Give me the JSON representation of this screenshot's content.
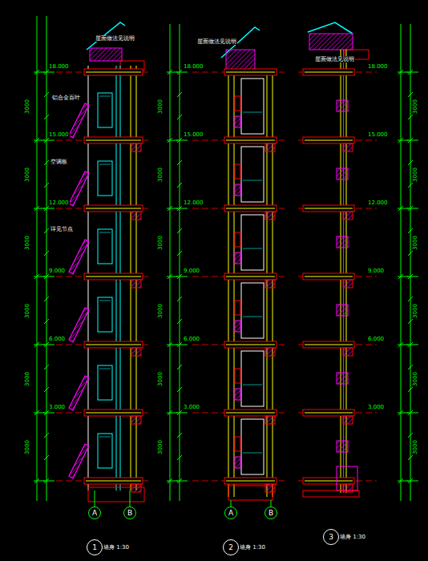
{
  "diagram": {
    "nodes": [
      {
        "text": [
          "A"
        ]
      },
      {
        "text": [
          "B"
        ]
      },
      {
        "text": [
          "1"
        ]
      },
      {
        "text": [
          "A"
        ]
      },
      {
        "text": [
          "B"
        ]
      },
      {
        "text": [
          "2"
        ]
      },
      {
        "text": [
          "3"
        ]
      }
    ],
    "labels": [
      "墙身 1:30",
      "墙身 1:30",
      "墙身 1:30",
      "18.000",
      "15.000",
      "12.000",
      "9.000",
      "6.000",
      "3.000",
      "18.000",
      "15.000",
      "12.000",
      "9.000",
      "6.000",
      "3.000",
      "18.000",
      "15.000",
      "12.000",
      "9.000",
      "6.000",
      "3.000",
      "屋面做法见说明",
      "屋面做法见说明",
      "屋面做法见说明",
      "铝合金百叶",
      "空调板",
      "详见节点",
      "3000",
      "3000",
      "3000",
      "3000",
      "3000",
      "3000",
      "3000",
      "3000",
      "3000",
      "3000",
      "3000",
      "3000",
      "3000",
      "3000",
      "3000",
      "3000",
      "3000",
      "3000"
    ]
  }
}
